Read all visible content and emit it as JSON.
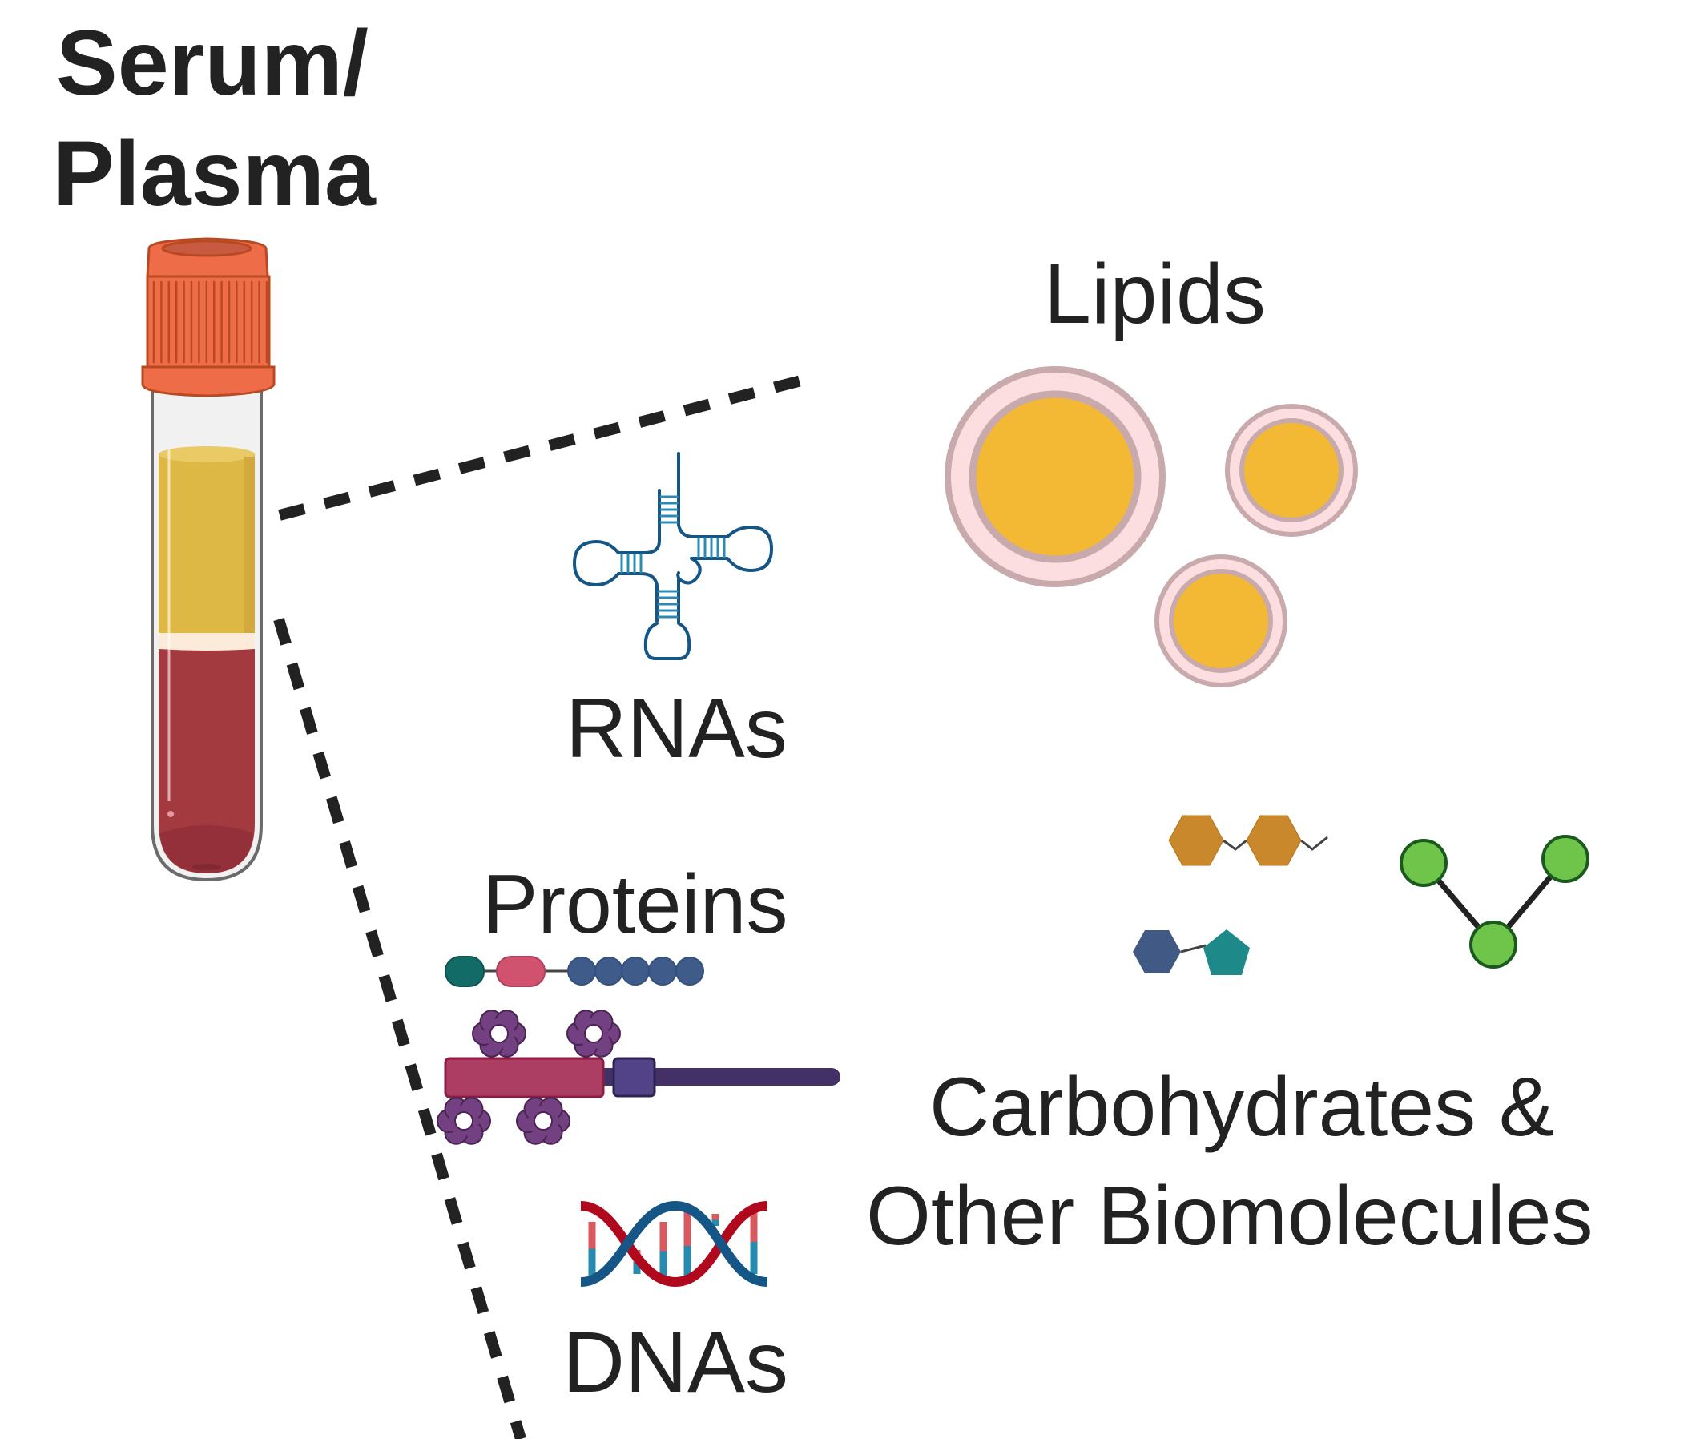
{
  "title": {
    "line1": "Serum/",
    "line2": "Plasma"
  },
  "labels": {
    "lipids": "Lipids",
    "rnas": "RNAs",
    "proteins": "Proteins",
    "dnas": "DNAs",
    "carbs_line1": "Carbohydrates &",
    "carbs_line2": "Other Biomolecules"
  },
  "colors": {
    "text": "#222222",
    "cap": "#ef6c48",
    "cap_dark": "#b84a22",
    "plasma": "#ddb845",
    "buffy_coat": "#fdebd9",
    "blood": "#a23a3f",
    "lipid_core": "#f3b934",
    "lipid_shell": "#fcdde0",
    "lipid_ring": "#c8a9ac",
    "rna": "#165687",
    "rna_rung": "#2b8bb3",
    "protein_teal": "#136b67",
    "protein_pink": "#d0526f",
    "protein_blue": "#3e5b8a",
    "protein_bar": "#ad3e63",
    "protein_domain": "#524389",
    "protein_tail": "#433066",
    "glycan": "#734182",
    "dna_red": "#b0091d",
    "dna_blue": "#155687",
    "dna_rung_red": "#d65a60",
    "dna_rung_blue": "#278bb0",
    "sugar_orange": "#c9882b",
    "sugar_blue": "#405985",
    "sugar_teal": "#1d8989",
    "node_green": "#6fc44a",
    "node_stroke": "#1a5a1f",
    "dash": "#222222"
  }
}
